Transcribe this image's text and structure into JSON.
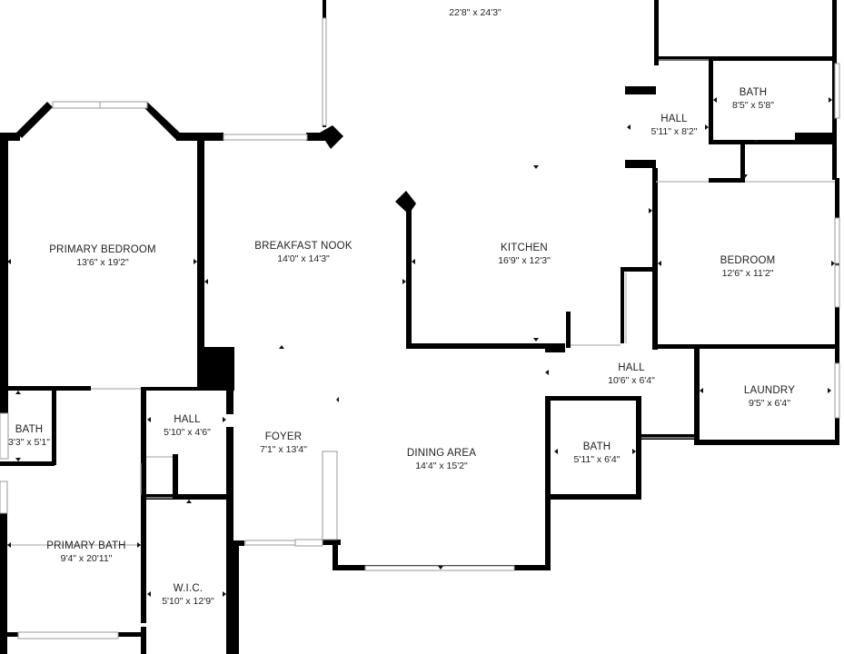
{
  "rooms": {
    "great_room": {
      "dims": "22'8\" x 24'3\""
    },
    "bath_top": {
      "name": "BATH",
      "dims": "8'5\" x 5'8\""
    },
    "hall_top": {
      "name": "HALL",
      "dims": "5'11\" x 8'2\""
    },
    "primary_bedroom": {
      "name": "PRIMARY BEDROOM",
      "dims": "13'6\" x 19'2\""
    },
    "breakfast_nook": {
      "name": "BREAKFAST NOOK",
      "dims": "14'0\" x 14'3\""
    },
    "kitchen": {
      "name": "KITCHEN",
      "dims": "16'9\" x 12'3\""
    },
    "bedroom": {
      "name": "BEDROOM",
      "dims": "12'6\" x 11'2\""
    },
    "hall_mid": {
      "name": "HALL",
      "dims": "10'6\" x 6'4\""
    },
    "laundry": {
      "name": "LAUNDRY",
      "dims": "9'5\" x 6'4\""
    },
    "bath_left": {
      "name": "BATH",
      "dims": "3'3\" x 5'1\""
    },
    "hall_left": {
      "name": "HALL",
      "dims": "5'10\" x 4'6\""
    },
    "foyer": {
      "name": "FOYER",
      "dims": "7'1\" x 13'4\""
    },
    "dining_area": {
      "name": "DINING AREA",
      "dims": "14'4\" x 15'2\""
    },
    "bath_mid": {
      "name": "BATH",
      "dims": "5'11\" x 6'4\""
    },
    "primary_bath": {
      "name": "PRIMARY BATH",
      "dims": "9'4\" x 20'11\""
    },
    "wic": {
      "name": "W.I.C.",
      "dims": "5'10\" x 12'9\""
    }
  }
}
